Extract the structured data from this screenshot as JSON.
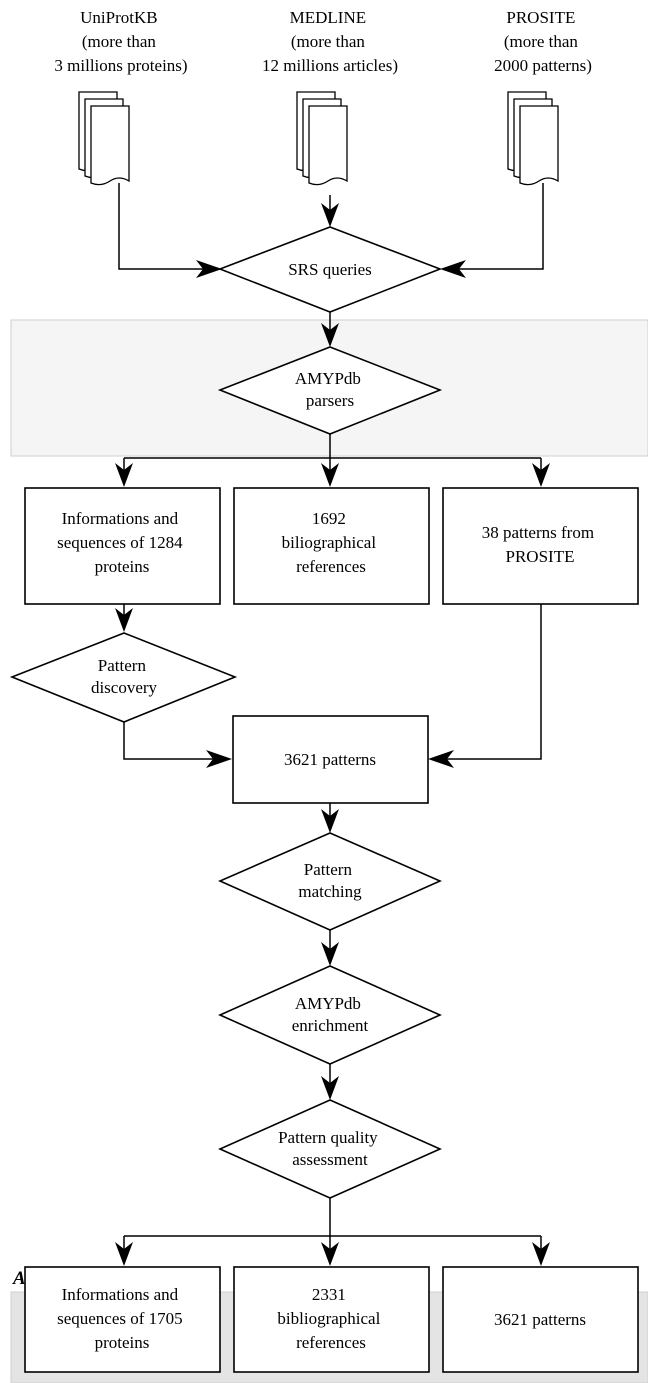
{
  "sources": [
    {
      "id": "uniprot",
      "lines": [
        "UniProtKB",
        "(more than",
        "3 millions proteins)"
      ]
    },
    {
      "id": "medline",
      "lines": [
        "MEDLINE",
        "(more than",
        "12 millions articles)"
      ]
    },
    {
      "id": "prosite",
      "lines": [
        "PROSITE",
        "(more than",
        "2000 patterns)"
      ]
    }
  ],
  "steps": {
    "srs_queries": [
      "SRS queries"
    ],
    "parsers": [
      "AMYPdb",
      "parsers"
    ],
    "pattern_discovery": [
      "Pattern",
      "discovery"
    ],
    "pattern_matching": [
      "Pattern",
      "matching"
    ],
    "enrichment": [
      "AMYPdb",
      "enrichment"
    ],
    "quality_assessment": [
      "Pattern quality",
      "assessment"
    ]
  },
  "intermediate": {
    "proteins": [
      "Informations and",
      "sequences of 1284",
      "proteins"
    ],
    "references": [
      "1692",
      "biliographical",
      "references"
    ],
    "prosite_patterns": [
      "38 patterns from",
      "PROSITE"
    ],
    "all_patterns": [
      "3621 patterns"
    ]
  },
  "final": {
    "title": "AMYPdb",
    "proteins": [
      "Informations and",
      "sequences of 1705",
      "proteins"
    ],
    "references": [
      "2331",
      "bibliographical",
      "references"
    ],
    "patterns": [
      "3621 patterns"
    ]
  },
  "colors": {
    "band_light": "#f5f5f5",
    "band_dark": "#e4e4e4",
    "band_border": "#cfcfcf",
    "stroke": "#000000"
  }
}
